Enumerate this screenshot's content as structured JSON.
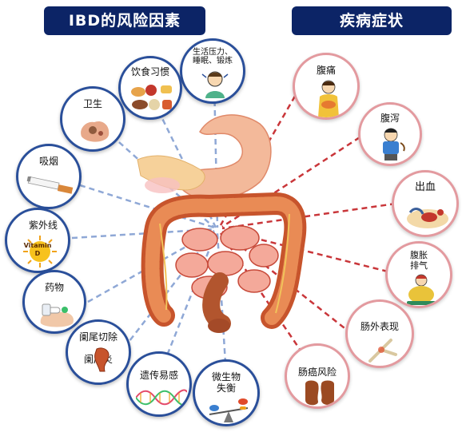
{
  "header": {
    "left_title": "IBD的风险因素",
    "right_title": "疾病症状"
  },
  "risk_factors": [
    {
      "id": "stress",
      "label": "生活压力、\n睡眠、锻炼",
      "icon": "stressed-person-icon"
    },
    {
      "id": "diet",
      "label": "饮食习惯",
      "icon": "food-plate-icon"
    },
    {
      "id": "hygiene",
      "label": "卫生",
      "icon": "dirty-hand-icon"
    },
    {
      "id": "smoking",
      "label": "吸烟",
      "icon": "cigarette-icon"
    },
    {
      "id": "uv",
      "label": "紫外线",
      "icon": "sun-vitamin-d-icon",
      "badge": "Vitamin\nD"
    },
    {
      "id": "drugs",
      "label": "药物",
      "icon": "pills-in-hand-icon"
    },
    {
      "id": "appendectomy",
      "label": "阑尾切除\n\n阑尾炎",
      "icon": "appendix-icon"
    },
    {
      "id": "genetics",
      "label": "遗传易感",
      "icon": "dna-icon"
    },
    {
      "id": "microbiome",
      "label": "微生物\n失衡",
      "icon": "microbe-scale-icon"
    }
  ],
  "symptoms": [
    {
      "id": "pain",
      "label": "腹痛",
      "icon": "abdominal-pain-icon"
    },
    {
      "id": "diarrhea",
      "label": "腹泻",
      "icon": "diarrhea-person-icon"
    },
    {
      "id": "bleeding",
      "label": "出血",
      "icon": "blood-icon"
    },
    {
      "id": "bloating",
      "label": "腹胀\n排气",
      "icon": "bloated-person-icon"
    },
    {
      "id": "extraintestinal",
      "label": "肠外表现",
      "icon": "joint-skeleton-icon"
    },
    {
      "id": "cancer",
      "label": "肠癌风险",
      "icon": "kidney-shaped-organ-icon"
    }
  ],
  "colors": {
    "banner": "#0c2466",
    "risk_border": "#2a4f9a",
    "risk_line": "#8fa8d6",
    "symptom_border": "#e39a9f",
    "symptom_line": "#c9363a",
    "intestine": "#e4603a",
    "stomach": "#f3b99a"
  }
}
